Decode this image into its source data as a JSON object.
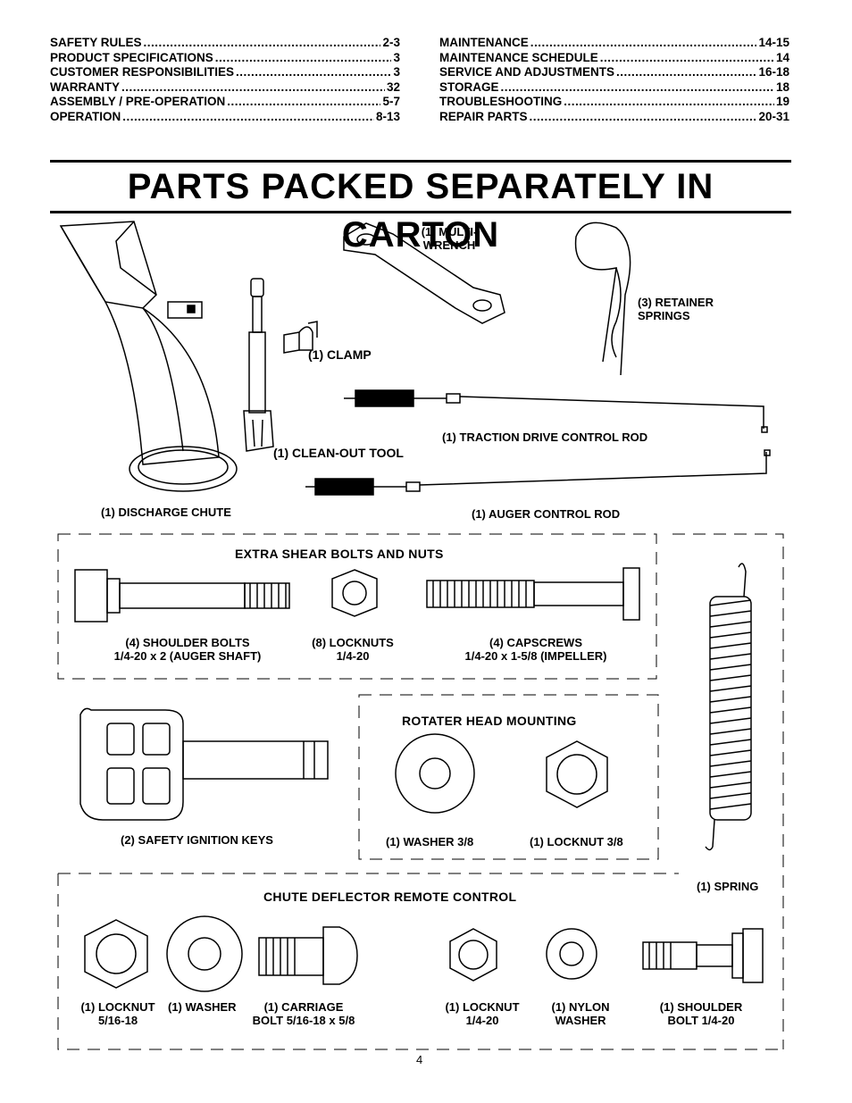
{
  "toc": {
    "left": [
      {
        "label": "SAFETY RULES",
        "page": "2-3"
      },
      {
        "label": "PRODUCT SPECIFICATIONS",
        "page": "3"
      },
      {
        "label": "CUSTOMER RESPONSIBILITIES",
        "page": "3"
      },
      {
        "label": "WARRANTY",
        "page": "32"
      },
      {
        "label": "ASSEMBLY / PRE-OPERATION",
        "page": "5-7"
      },
      {
        "label": "OPERATION",
        "page": "8-13"
      }
    ],
    "right": [
      {
        "label": "MAINTENANCE",
        "page": "14-15"
      },
      {
        "label": "MAINTENANCE SCHEDULE",
        "page": "14"
      },
      {
        "label": "SERVICE AND ADJUSTMENTS",
        "page": "16-18"
      },
      {
        "label": "STORAGE",
        "page": "18"
      },
      {
        "label": "TROUBLESHOOTING",
        "page": "19"
      },
      {
        "label": "REPAIR PARTS",
        "page": "20-31"
      }
    ]
  },
  "title": "PARTS PACKED SEPARATELY IN CARTON",
  "parts": {
    "multi_wrench": [
      "(1) MULTI-",
      "WRENCH"
    ],
    "retainer_springs": [
      "(3) RETAINER",
      "SPRINGS"
    ],
    "clamp": "(1) CLAMP",
    "clean_out_tool": "(1) CLEAN-OUT TOOL",
    "traction_rod": "(1) TRACTION DRIVE CONTROL ROD",
    "discharge_chute": "(1) DISCHARGE CHUTE",
    "auger_rod": "(1) AUGER CONTROL ROD"
  },
  "shear_box": {
    "title": "EXTRA SHEAR BOLTS AND NUTS",
    "shoulder_bolts": [
      "(4) SHOULDER BOLTS",
      "1/4-20 x 2 (AUGER SHAFT)"
    ],
    "locknuts": [
      "(8) LOCKNUTS",
      "1/4-20"
    ],
    "capscrews": [
      "(4) CAPSCREWS",
      "1/4-20 x 1-5/8 (IMPELLER)"
    ]
  },
  "keys": "(2) SAFETY IGNITION KEYS",
  "rotater_box": {
    "title": "ROTATER HEAD MOUNTING",
    "washer": "(1) WASHER  3/8",
    "locknut": "(1) LOCKNUT  3/8"
  },
  "spring": "(1) SPRING",
  "chute_box": {
    "title": "CHUTE DEFLECTOR REMOTE CONTROL",
    "locknut_a": [
      "(1) LOCKNUT",
      "5/16-18"
    ],
    "washer": "(1) WASHER",
    "carriage": [
      "(1) CARRIAGE",
      "BOLT  5/16-18 x 5/8"
    ],
    "locknut_b": [
      "(1) LOCKNUT",
      "1/4-20"
    ],
    "nylon": [
      "(1) NYLON",
      "WASHER"
    ],
    "shoulder": [
      "(1) SHOULDER",
      "BOLT  1/4-20"
    ]
  },
  "page_number": "4"
}
